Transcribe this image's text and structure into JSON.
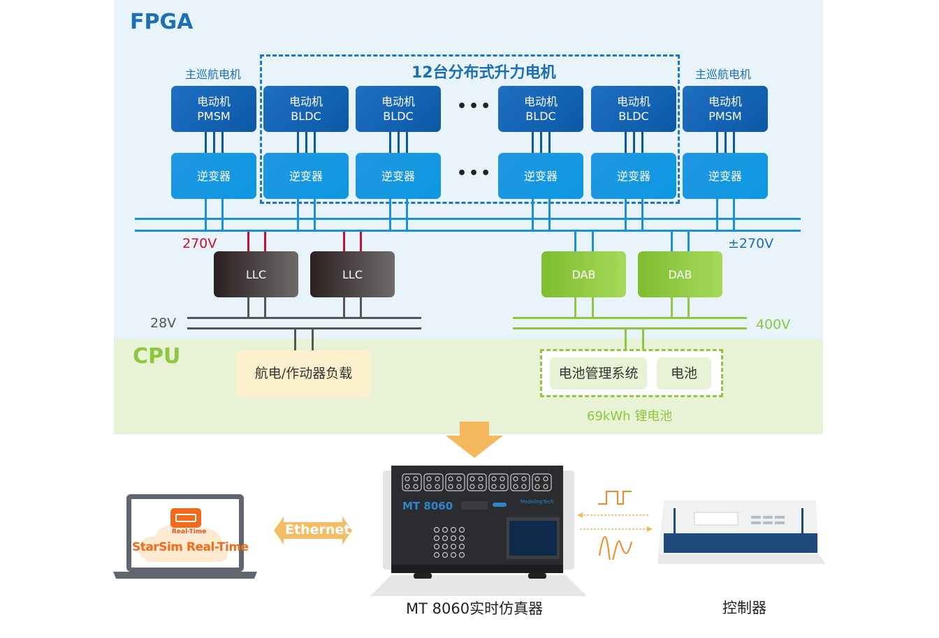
{
  "zones": {
    "fpga": "FPGA",
    "cpu": "CPU"
  },
  "lift_group_title": "12台分布式升力电机",
  "cruise_label_left": "主巡航电机",
  "cruise_label_right": "主巡航电机",
  "motors": [
    {
      "line1": "电动机",
      "line2": "PMSM"
    },
    {
      "line1": "电动机",
      "line2": "BLDC"
    },
    {
      "line1": "电动机",
      "line2": "BLDC"
    },
    {
      "line1": "电动机",
      "line2": "BLDC"
    },
    {
      "line1": "电动机",
      "line2": "BLDC"
    },
    {
      "line1": "电动机",
      "line2": "PMSM"
    }
  ],
  "inverter_label": "逆变器",
  "ellipsis": "•••",
  "voltages": {
    "hv_left": "270V",
    "hv_right": "±270V",
    "lv": "28V",
    "battery": "400V"
  },
  "converters": {
    "llc": "LLC",
    "dab": "DAB"
  },
  "load_label": "航电/作动器负载",
  "bms_label": "电池管理系统",
  "battery_label": "电池",
  "battery_caption": "69kWh 锂电池",
  "software": {
    "name": "StarSim Real-Time",
    "badge": "Real-Time"
  },
  "ethernet_label": "Ethernet",
  "simulator": {
    "model": "MT 8060",
    "brand": "ModelingTech",
    "caption": "MT 8060实时仿真器"
  },
  "controller_caption": "控制器",
  "colors": {
    "blue": "#1a6fb5",
    "light_blue": "#1a8fe0",
    "red": "#c8102e",
    "green": "#8dc63f",
    "grey": "#555555",
    "orange": "#f08a24"
  }
}
